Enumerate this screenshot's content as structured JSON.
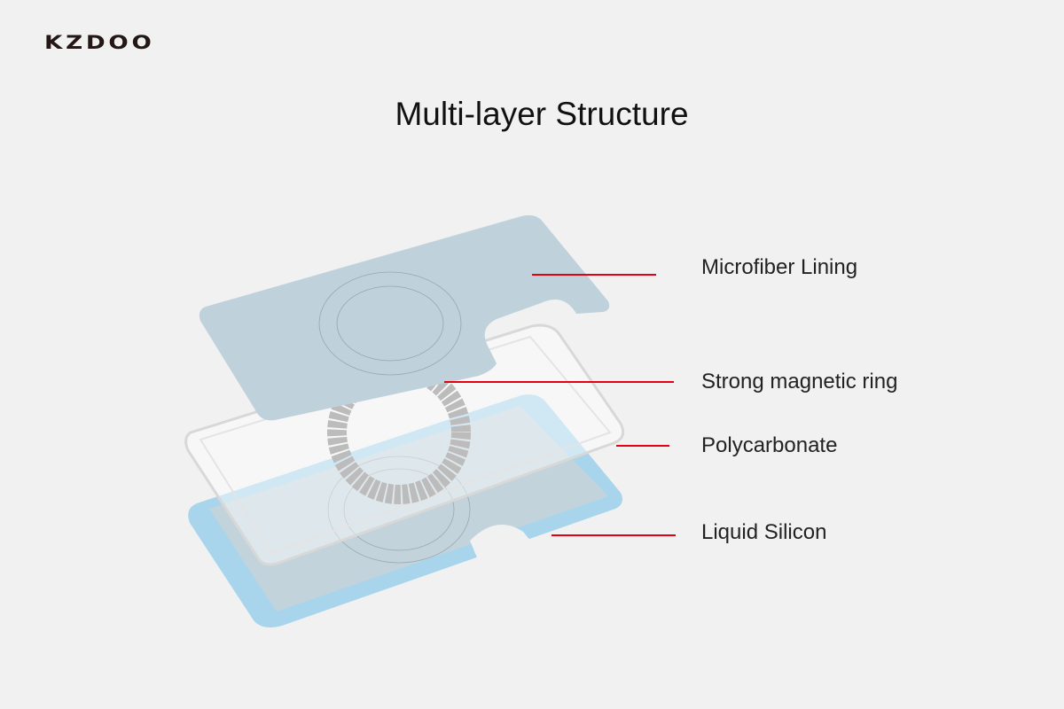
{
  "brand": "KZDOO",
  "title": "Multi-layer Structure",
  "layers": [
    {
      "label": "Microfiber Lining"
    },
    {
      "label": "Strong magnetic ring"
    },
    {
      "label": "Polycarbonate"
    },
    {
      "label": "Liquid Silicon"
    }
  ],
  "colors": {
    "leader_line": "#e60012",
    "lining": "#bfd2dc",
    "silicone": "#a8d4ea",
    "background": "#f1f1f1"
  }
}
